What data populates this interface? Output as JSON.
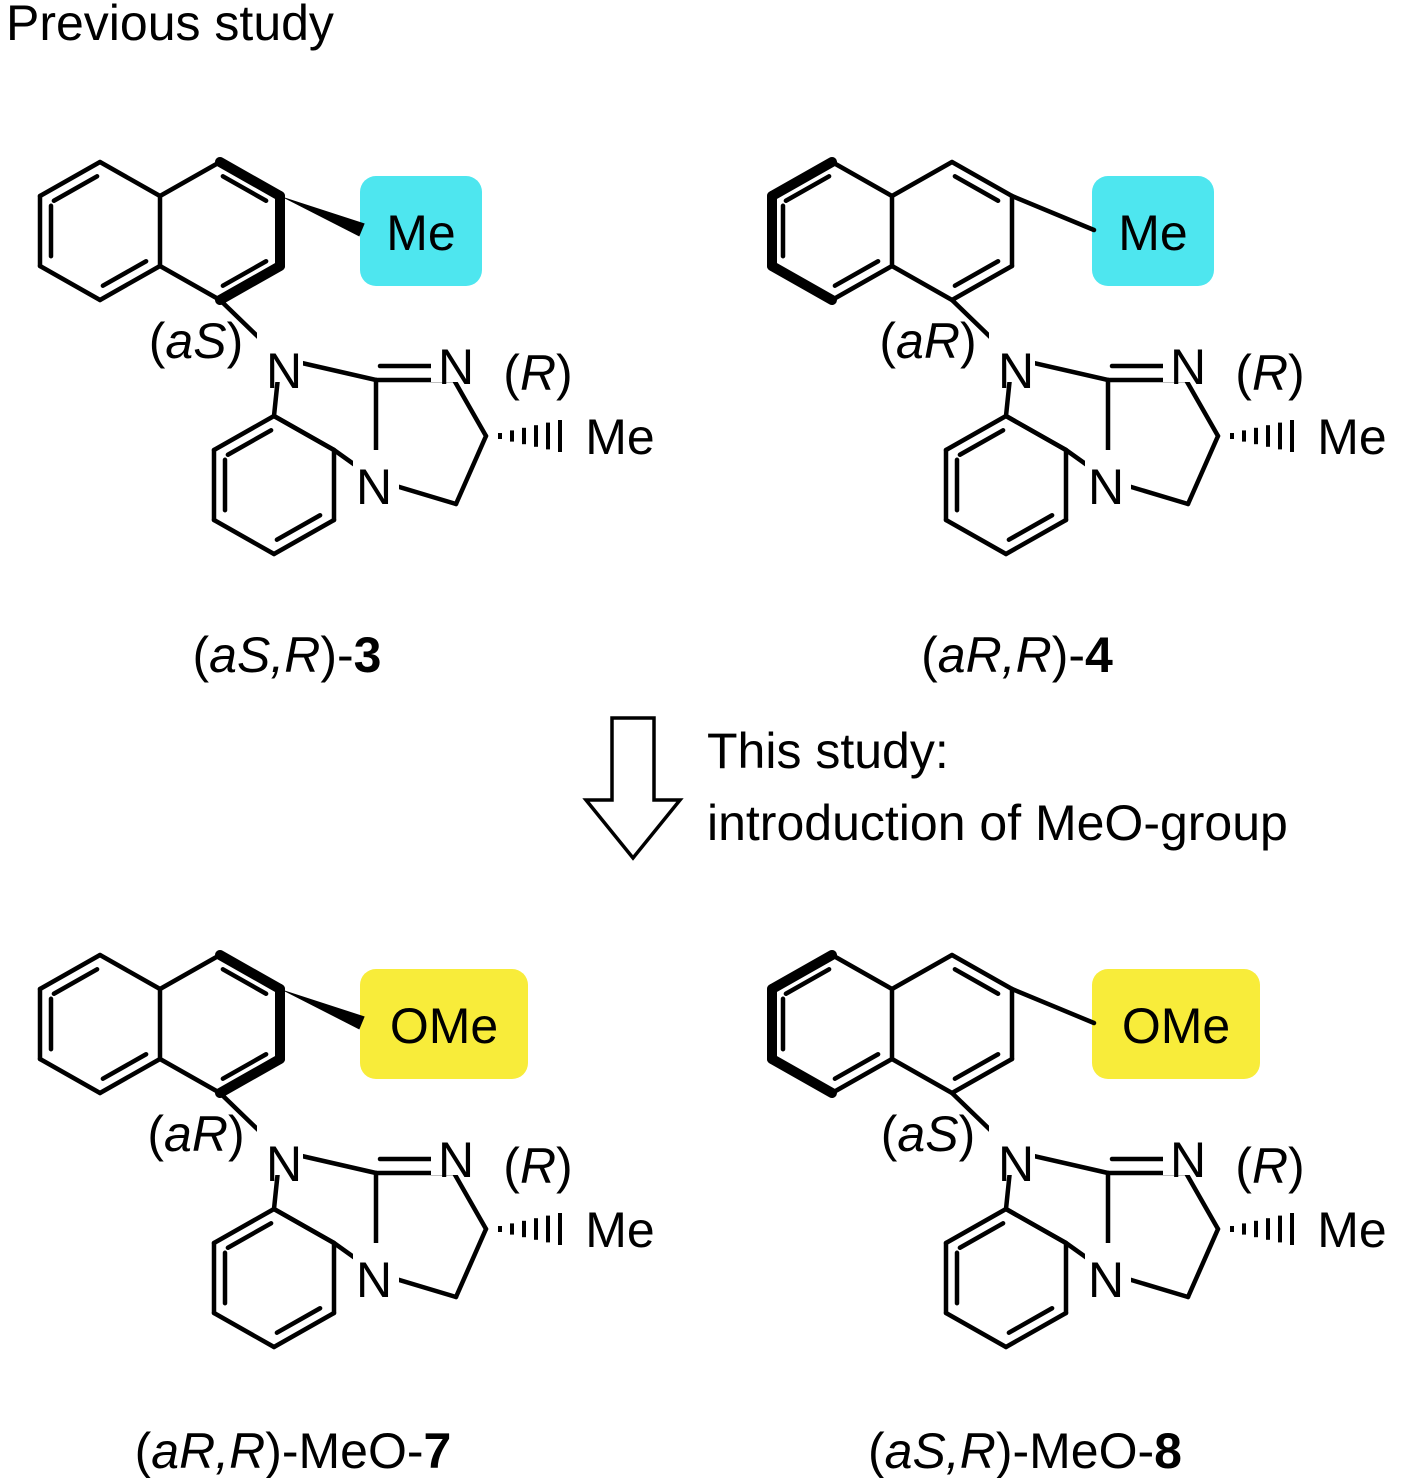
{
  "heading": "Previous study",
  "arrow_text": {
    "line1": "This study:",
    "line2": "introduction of MeO-group"
  },
  "colors": {
    "me_highlight": "#4ee6ef",
    "ome_highlight": "#f8ec3a",
    "bond": "#000000"
  },
  "molecules": [
    {
      "id": "3",
      "substituent": "Me",
      "highlight": "cyan",
      "axial_label": {
        "pre": "(",
        "it": "aS",
        "post": ")"
      },
      "center_label": {
        "pre": "(",
        "it": "R",
        "post": ")"
      },
      "atoms": {
        "n_top": "N",
        "n_imine": "N",
        "n_bottom": "N",
        "methyl": "Me"
      },
      "caption": {
        "p1": "(",
        "it1": "aS,R",
        "p2": ")-",
        "bold": "3"
      }
    },
    {
      "id": "4",
      "substituent": "Me",
      "highlight": "cyan",
      "axial_label": {
        "pre": "(",
        "it": "aR",
        "post": ")"
      },
      "center_label": {
        "pre": "(",
        "it": "R",
        "post": ")"
      },
      "atoms": {
        "n_top": "N",
        "n_imine": "N",
        "n_bottom": "N",
        "methyl": "Me"
      },
      "caption": {
        "p1": "(",
        "it1": "aR,R",
        "p2": ")-",
        "bold": "4"
      }
    },
    {
      "id": "7",
      "substituent": "OMe",
      "highlight": "yellow",
      "axial_label": {
        "pre": "(",
        "it": "aR",
        "post": ")"
      },
      "center_label": {
        "pre": "(",
        "it": "R",
        "post": ")"
      },
      "atoms": {
        "n_top": "N",
        "n_imine": "N",
        "n_bottom": "N",
        "methyl": "Me"
      },
      "caption": {
        "p1": "(",
        "it1": "aR,R",
        "p2": ")-MeO-",
        "bold": "7"
      }
    },
    {
      "id": "8",
      "substituent": "OMe",
      "highlight": "yellow",
      "axial_label": {
        "pre": "(",
        "it": "aS",
        "post": ")"
      },
      "center_label": {
        "pre": "(",
        "it": "R",
        "post": ")"
      },
      "atoms": {
        "n_top": "N",
        "n_imine": "N",
        "n_bottom": "N",
        "methyl": "Me"
      },
      "caption": {
        "p1": "(",
        "it1": "aS,R",
        "p2": ")-MeO-",
        "bold": "8"
      }
    }
  ]
}
